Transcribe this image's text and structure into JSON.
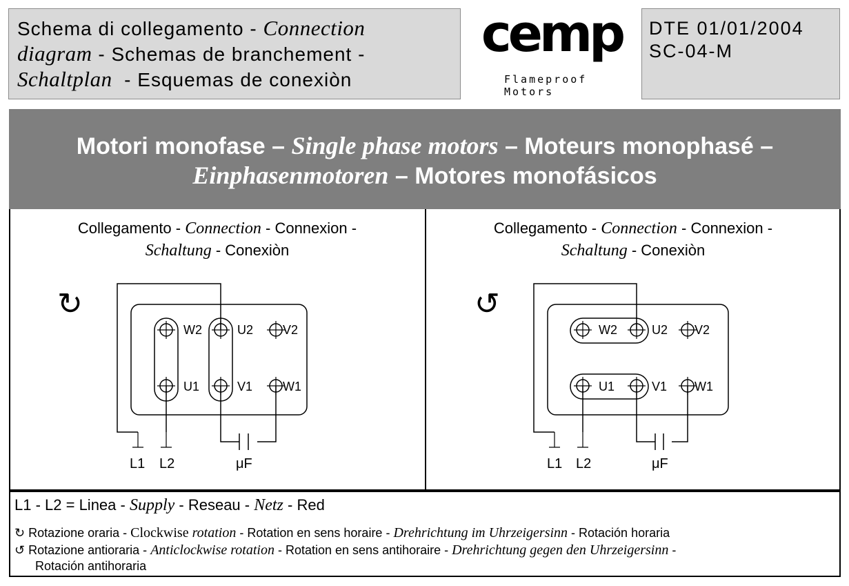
{
  "header": {
    "title_parts": [
      "Schema di collegamento - ",
      "Connection",
      "diagram",
      " - Schemas de branchement -",
      "Schaltplan",
      "  - Esquemas de conexiòn"
    ],
    "logo_word": "cemp",
    "logo_tagline": [
      "Flameproof",
      "Motors"
    ],
    "doc_date": "DTE 01/01/2004",
    "doc_code": "SC-04-M"
  },
  "band": {
    "line1": [
      "Motori monofase – ",
      "Single phase motors",
      " – Moteurs monophasé –"
    ],
    "line2": [
      "Einphasenmotoren",
      " – Motores monofásicos"
    ]
  },
  "panel_title": [
    "Collegamento - ",
    "Connection",
    " - Connexion -",
    "Schaltung",
    " - Conexiòn"
  ],
  "diagrams": {
    "clockwise_symbol": "↻",
    "anticlockwise_symbol": "↺",
    "terminals_top": [
      "W2",
      "U2",
      "V2"
    ],
    "terminals_bottom": [
      "U1",
      "V1",
      "W1"
    ],
    "line_labels": [
      "L1",
      "L2"
    ],
    "capacitor_label": "μF"
  },
  "legend": {
    "supply": [
      "L1 - L2 = Linea - ",
      "Supply",
      " - Reseau - ",
      "Netz",
      " - Red"
    ],
    "clockwise": [
      "↻ Rotazione oraria - ",
      "Clockwise",
      "rotation",
      " - Rotation en sens horaire - ",
      "Drehrichtung im Uhrzeigersinn",
      " - Rotación horaria"
    ],
    "anticlockwise": [
      "↺ Rotazione antioraria - ",
      "Anticlockwise rotation",
      " - Rotation en sens antihoraire - ",
      "Drehrichtung gegen den Uhrzeigersinn",
      " -"
    ],
    "anticlockwise_cont": "Rotación antihoraria"
  }
}
